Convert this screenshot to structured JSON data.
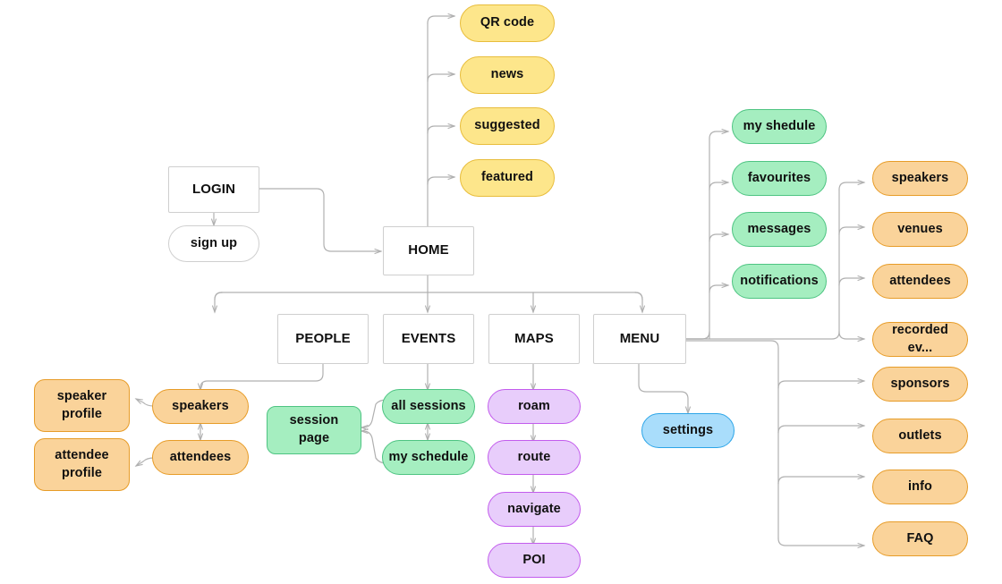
{
  "diagram": {
    "title": "Event App Sitemap Flowchart",
    "background": "#ffffff",
    "edge_color": "#b0b0b0",
    "palette": {
      "plain_fill": "#ffffff",
      "plain_stroke": "#cfcfcf",
      "yellow_fill": "#fde68b",
      "yellow_stroke": "#e8bd3c",
      "green_fill": "#a5eec0",
      "green_stroke": "#4ec482",
      "orange_fill": "#fad39a",
      "orange_stroke": "#e79c28",
      "purple_fill": "#e8cdfb",
      "purple_stroke": "#c35ced",
      "blue_fill": "#a9ddfb",
      "blue_stroke": "#2ca5e8"
    }
  },
  "nodes": {
    "login": "LOGIN",
    "signup": "sign up",
    "home": "HOME",
    "qr_code": "QR code",
    "news": "news",
    "suggested": "suggested",
    "featured": "featured",
    "people": "PEOPLE",
    "events": "EVENTS",
    "maps": "MAPS",
    "menu": "MENU",
    "speaker_profile": "speaker\nprofile",
    "speakers_people": "speakers",
    "attendee_profile": "attendee\nprofile",
    "attendees_people": "attendees",
    "session_page": "session\npage",
    "all_sessions": "all sessions",
    "my_schedule_events": "my schedule",
    "roam": "roam",
    "route": "route",
    "navigate": "navigate",
    "poi": "POI",
    "settings": "settings",
    "my_shedule_menu": "my shedule",
    "favourites": "favourites",
    "messages": "messages",
    "notifications": "notifications",
    "speakers_menu": "speakers",
    "venues": "venues",
    "attendees_menu": "attendees",
    "recorded_events": "recorded ev...",
    "sponsors": "sponsors",
    "outlets": "outlets",
    "info": "info",
    "faq": "FAQ"
  },
  "groups": {
    "home_features": [
      "QR code",
      "news",
      "suggested",
      "featured"
    ],
    "main_nav": [
      "PEOPLE",
      "EVENTS",
      "MAPS",
      "MENU"
    ],
    "people_branch": [
      "speakers",
      "speaker profile",
      "attendees",
      "attendee profile"
    ],
    "events_branch": [
      "all sessions",
      "my schedule",
      "session page"
    ],
    "maps_branch": [
      "roam",
      "route",
      "navigate",
      "POI"
    ],
    "menu_branch_green": [
      "my shedule",
      "favourites",
      "messages",
      "notifications"
    ],
    "menu_branch_orange": [
      "speakers",
      "venues",
      "attendees",
      "recorded ev...",
      "sponsors",
      "outlets",
      "info",
      "FAQ"
    ],
    "menu_branch_blue": [
      "settings"
    ]
  },
  "edges": [
    {
      "from": "LOGIN",
      "to": "sign up",
      "arrow": "single"
    },
    {
      "from": "LOGIN",
      "to": "HOME",
      "arrow": "single"
    },
    {
      "from": "HOME",
      "to": "QR code",
      "arrow": "single"
    },
    {
      "from": "HOME",
      "to": "news",
      "arrow": "single"
    },
    {
      "from": "HOME",
      "to": "suggested",
      "arrow": "single"
    },
    {
      "from": "HOME",
      "to": "featured",
      "arrow": "single"
    },
    {
      "from": "HOME",
      "to": "PEOPLE",
      "arrow": "single"
    },
    {
      "from": "HOME",
      "to": "EVENTS",
      "arrow": "single"
    },
    {
      "from": "HOME",
      "to": "MAPS",
      "arrow": "single"
    },
    {
      "from": "HOME",
      "to": "MENU",
      "arrow": "single"
    },
    {
      "from": "PEOPLE",
      "to": "speakers",
      "arrow": "single"
    },
    {
      "from": "speakers",
      "to": "speaker profile",
      "arrow": "single"
    },
    {
      "from": "speakers",
      "to": "attendees",
      "arrow": "double"
    },
    {
      "from": "attendees",
      "to": "attendee profile",
      "arrow": "single"
    },
    {
      "from": "EVENTS",
      "to": "all sessions",
      "arrow": "single"
    },
    {
      "from": "all sessions",
      "to": "my schedule",
      "arrow": "double"
    },
    {
      "from": "all sessions",
      "to": "session page",
      "arrow": "single"
    },
    {
      "from": "my schedule",
      "to": "session page",
      "arrow": "single"
    },
    {
      "from": "MAPS",
      "to": "roam",
      "arrow": "single"
    },
    {
      "from": "roam",
      "to": "route",
      "arrow": "single"
    },
    {
      "from": "route",
      "to": "navigate",
      "arrow": "single"
    },
    {
      "from": "navigate",
      "to": "POI",
      "arrow": "single"
    },
    {
      "from": "MENU",
      "to": "settings",
      "arrow": "single"
    },
    {
      "from": "MENU",
      "to": "my shedule",
      "arrow": "single"
    },
    {
      "from": "MENU",
      "to": "favourites",
      "arrow": "single"
    },
    {
      "from": "MENU",
      "to": "messages",
      "arrow": "single"
    },
    {
      "from": "MENU",
      "to": "notifications",
      "arrow": "single"
    },
    {
      "from": "MENU",
      "to": "speakers (menu)",
      "arrow": "single"
    },
    {
      "from": "MENU",
      "to": "venues",
      "arrow": "single"
    },
    {
      "from": "MENU",
      "to": "attendees (menu)",
      "arrow": "single"
    },
    {
      "from": "MENU",
      "to": "recorded ev...",
      "arrow": "single"
    },
    {
      "from": "MENU",
      "to": "sponsors",
      "arrow": "single"
    },
    {
      "from": "MENU",
      "to": "outlets",
      "arrow": "single"
    },
    {
      "from": "MENU",
      "to": "info",
      "arrow": "single"
    },
    {
      "from": "MENU",
      "to": "FAQ",
      "arrow": "single"
    }
  ]
}
